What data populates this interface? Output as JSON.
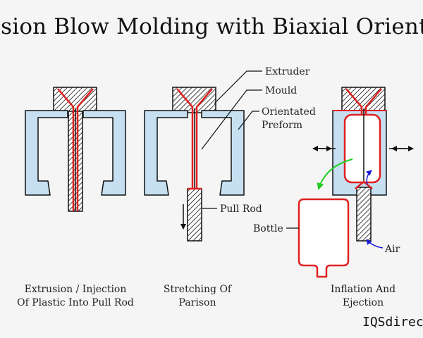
{
  "title": "Extrusion Blow Molding with Biaxial Orientation",
  "labels": {
    "extruder": "Extruder",
    "mould": "Mould",
    "orientated_line1": "Orientated",
    "orientated_line2": "Preform",
    "pull_rod": "Pull Rod",
    "bottle": "Bottle",
    "air": "Air"
  },
  "captions": {
    "step1_line1": "Extrusion / Injection",
    "step1_line2": "Of Plastic Into Pull Rod",
    "step2_line1": "Stretching Of",
    "step2_line2": "Parison",
    "step3_line1": "Inflation And",
    "step3_line2": "Ejection"
  },
  "watermark": "IQSdirectory",
  "colors": {
    "mould_fill": "#c6e0f1",
    "outline": "#111111",
    "plastic": "#e02020",
    "green_arrow": "#22cc22",
    "blue_arrow": "#1a1ad6"
  }
}
